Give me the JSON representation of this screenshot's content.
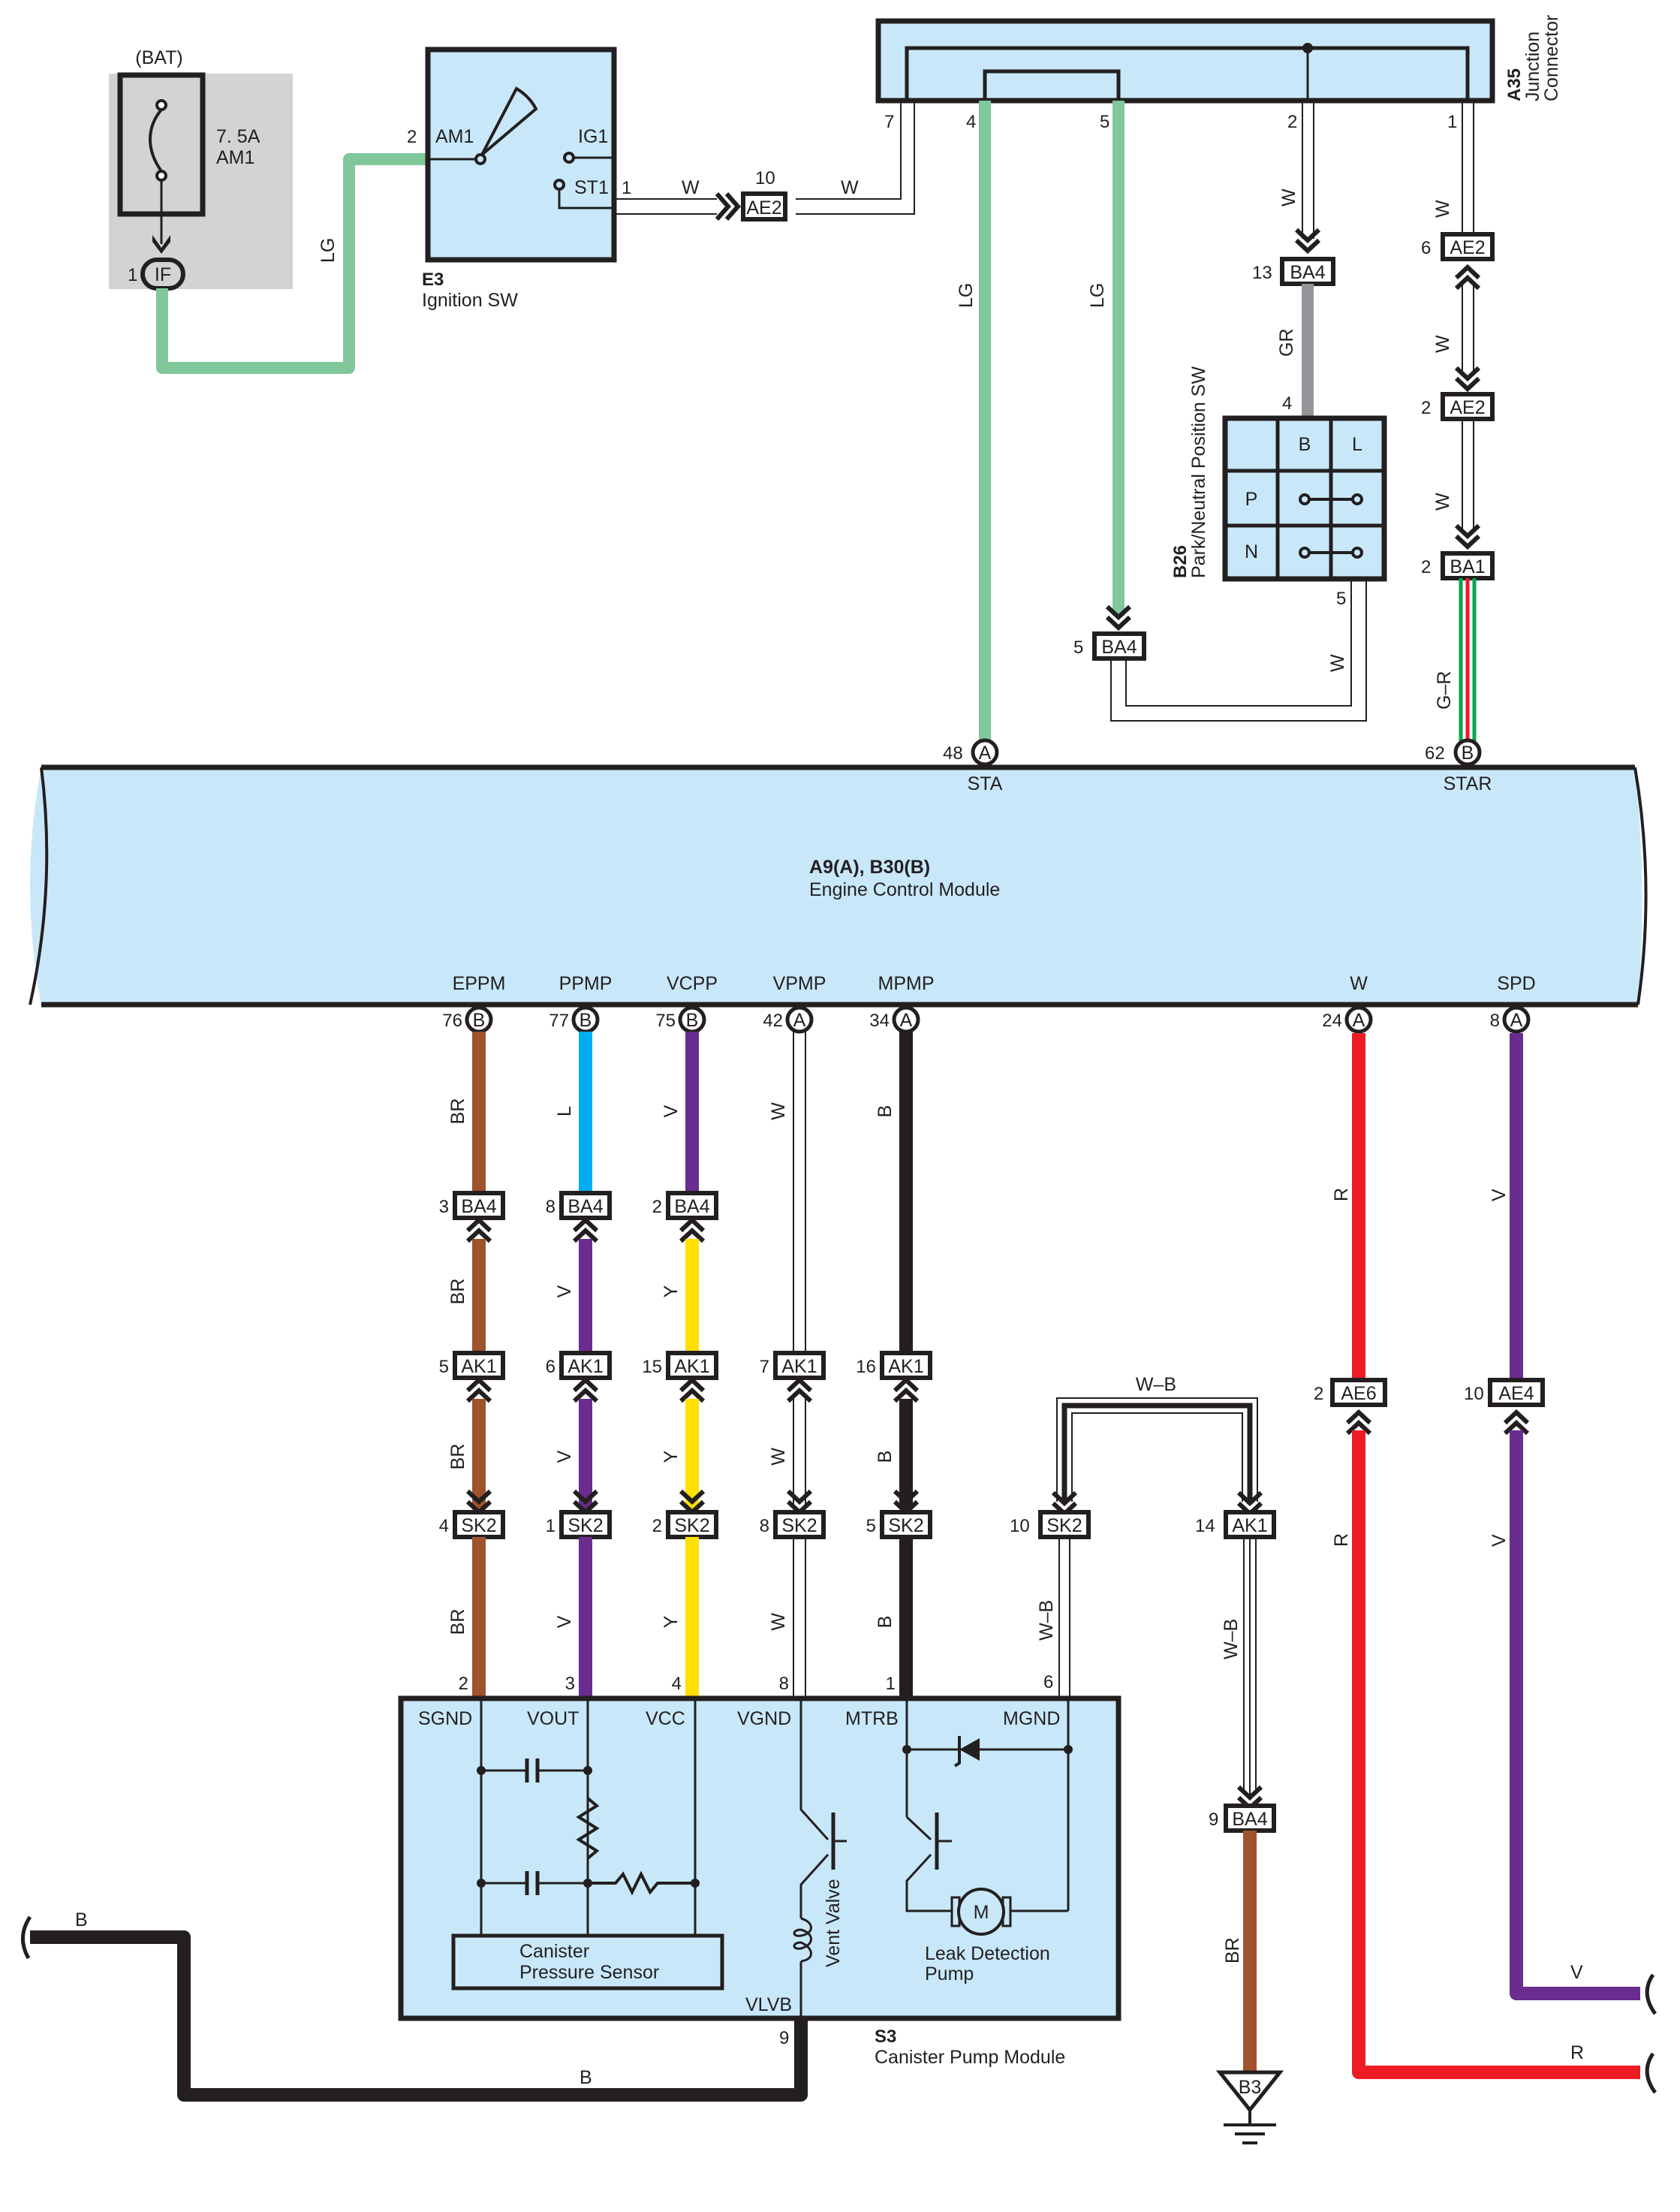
{
  "colors": {
    "LG": "#80c79c",
    "W": "#ffffff",
    "GR": "#939598",
    "BR": "#a0522d",
    "L": "#00aeef",
    "V": "#6a2c8e",
    "Y": "#ffe000",
    "B": "#231f20",
    "R": "#ed1c24",
    "G": "#00a651",
    "module_fill": "#c8e8f9",
    "fuse_box_fill": "#d1d3d4"
  },
  "fuse": {
    "source_label": "(BAT)",
    "rating": "7. 5A",
    "name": "AM1",
    "connector_pin": "1",
    "connector_name": "IF"
  },
  "ignition_switch": {
    "id": "E3",
    "name": "Ignition SW",
    "terminals": {
      "am1": "AM1",
      "ig1": "IG1",
      "st1": "ST1"
    },
    "pin_am1": "2",
    "pin_st1": "1",
    "wire_in": "LG",
    "wire_out": "W"
  },
  "inline_ae2_a": {
    "pin": "10",
    "name": "AE2",
    "wire_left": "W",
    "wire_right": "W"
  },
  "junction_connector": {
    "id": "A35",
    "name_line1": "Junction",
    "name_line2": "Connector",
    "pins": [
      "7",
      "4",
      "5",
      "2",
      "1"
    ]
  },
  "wires_top": {
    "pin4_color": "LG",
    "pin5_color": "LG",
    "pin2_color": "W",
    "pin1_color": "W",
    "gr_label": "GR",
    "w_label": "W",
    "gr_combo_label": "G–R"
  },
  "connectors_top": [
    {
      "pin": "13",
      "name": "BA4"
    },
    {
      "pin": "6",
      "name": "AE2"
    },
    {
      "pin": "2",
      "name": "AE2"
    },
    {
      "pin": "2",
      "name": "BA1"
    },
    {
      "pin": "5",
      "name": "BA4"
    }
  ],
  "park_neutral_switch": {
    "id": "B26",
    "name": "Park/Neutral Position SW",
    "pin_in": "4",
    "pin_out": "5",
    "col_headers": [
      "",
      "B",
      "L"
    ],
    "rows": [
      "P",
      "N"
    ]
  },
  "ecm": {
    "id": "A9(A), B30(B)",
    "name": "Engine Control Module",
    "top_pins": [
      {
        "num": "48",
        "conn": "A",
        "signal": "STA"
      },
      {
        "num": "62",
        "conn": "B",
        "signal": "STAR"
      }
    ],
    "bottom_pins": [
      {
        "num": "76",
        "conn": "B",
        "signal": "EPPM",
        "wire": "BR"
      },
      {
        "num": "77",
        "conn": "B",
        "signal": "PPMP",
        "wire": "L"
      },
      {
        "num": "75",
        "conn": "B",
        "signal": "VCPP",
        "wire": "V"
      },
      {
        "num": "42",
        "conn": "A",
        "signal": "VPMP",
        "wire": "W"
      },
      {
        "num": "34",
        "conn": "A",
        "signal": "MPMP",
        "wire": "B"
      },
      {
        "num": "24",
        "conn": "A",
        "signal": "W",
        "wire": "R"
      },
      {
        "num": "8",
        "conn": "A",
        "signal": "SPD",
        "wire": "V"
      }
    ]
  },
  "harness_columns": [
    {
      "ba4": {
        "pin": "3",
        "name": "BA4"
      },
      "ak1": {
        "pin": "5",
        "name": "AK1"
      },
      "sk2": {
        "pin": "4",
        "name": "SK2"
      },
      "wires": [
        "BR",
        "BR",
        "BR",
        "BR"
      ],
      "module_pin": "2"
    },
    {
      "ba4": {
        "pin": "8",
        "name": "BA4"
      },
      "ak1": {
        "pin": "6",
        "name": "AK1"
      },
      "sk2": {
        "pin": "1",
        "name": "SK2"
      },
      "wires": [
        "L",
        "V",
        "V",
        "V"
      ],
      "module_pin": "3"
    },
    {
      "ba4": {
        "pin": "2",
        "name": "BA4"
      },
      "ak1": {
        "pin": "15",
        "name": "AK1"
      },
      "sk2": {
        "pin": "2",
        "name": "SK2"
      },
      "wires": [
        "V",
        "Y",
        "Y",
        "Y"
      ],
      "module_pin": "4"
    },
    {
      "ba4": null,
      "ak1": {
        "pin": "7",
        "name": "AK1"
      },
      "sk2": {
        "pin": "8",
        "name": "SK2"
      },
      "wires": [
        "W",
        "W",
        "W"
      ],
      "module_pin": "8"
    },
    {
      "ba4": null,
      "ak1": {
        "pin": "16",
        "name": "AK1"
      },
      "sk2": {
        "pin": "5",
        "name": "SK2"
      },
      "wires": [
        "B",
        "B",
        "B"
      ],
      "module_pin": "1"
    }
  ],
  "ground_branch": {
    "loop_label": "W–B",
    "sk2": {
      "pin": "10",
      "name": "SK2"
    },
    "ak1": {
      "pin": "14",
      "name": "AK1"
    },
    "ba4": {
      "pin": "9",
      "name": "BA4"
    },
    "module_pin": "6",
    "wire_wb": "W–B",
    "wire_br": "BR",
    "ground_id": "B3"
  },
  "right_wires": {
    "ae6": {
      "pin": "2",
      "name": "AE6"
    },
    "ae4": {
      "pin": "10",
      "name": "AE4"
    },
    "r_label": "R",
    "v_label": "V"
  },
  "pump_module": {
    "id": "S3",
    "name": "Canister Pump Module",
    "terminals": [
      "SGND",
      "VOUT",
      "VCC",
      "VGND",
      "MTRB",
      "MGND"
    ],
    "bottom_terminal": "VLVB",
    "bottom_pin": "9",
    "sensor_line1": "Canister",
    "sensor_line2": "Pressure Sensor",
    "vent_valve": "Vent Valve",
    "pump_line1": "Leak Detection",
    "pump_line2": "Pump",
    "motor_symbol": "M"
  },
  "b_wire": {
    "left_label": "B",
    "bottom_label": "B"
  }
}
